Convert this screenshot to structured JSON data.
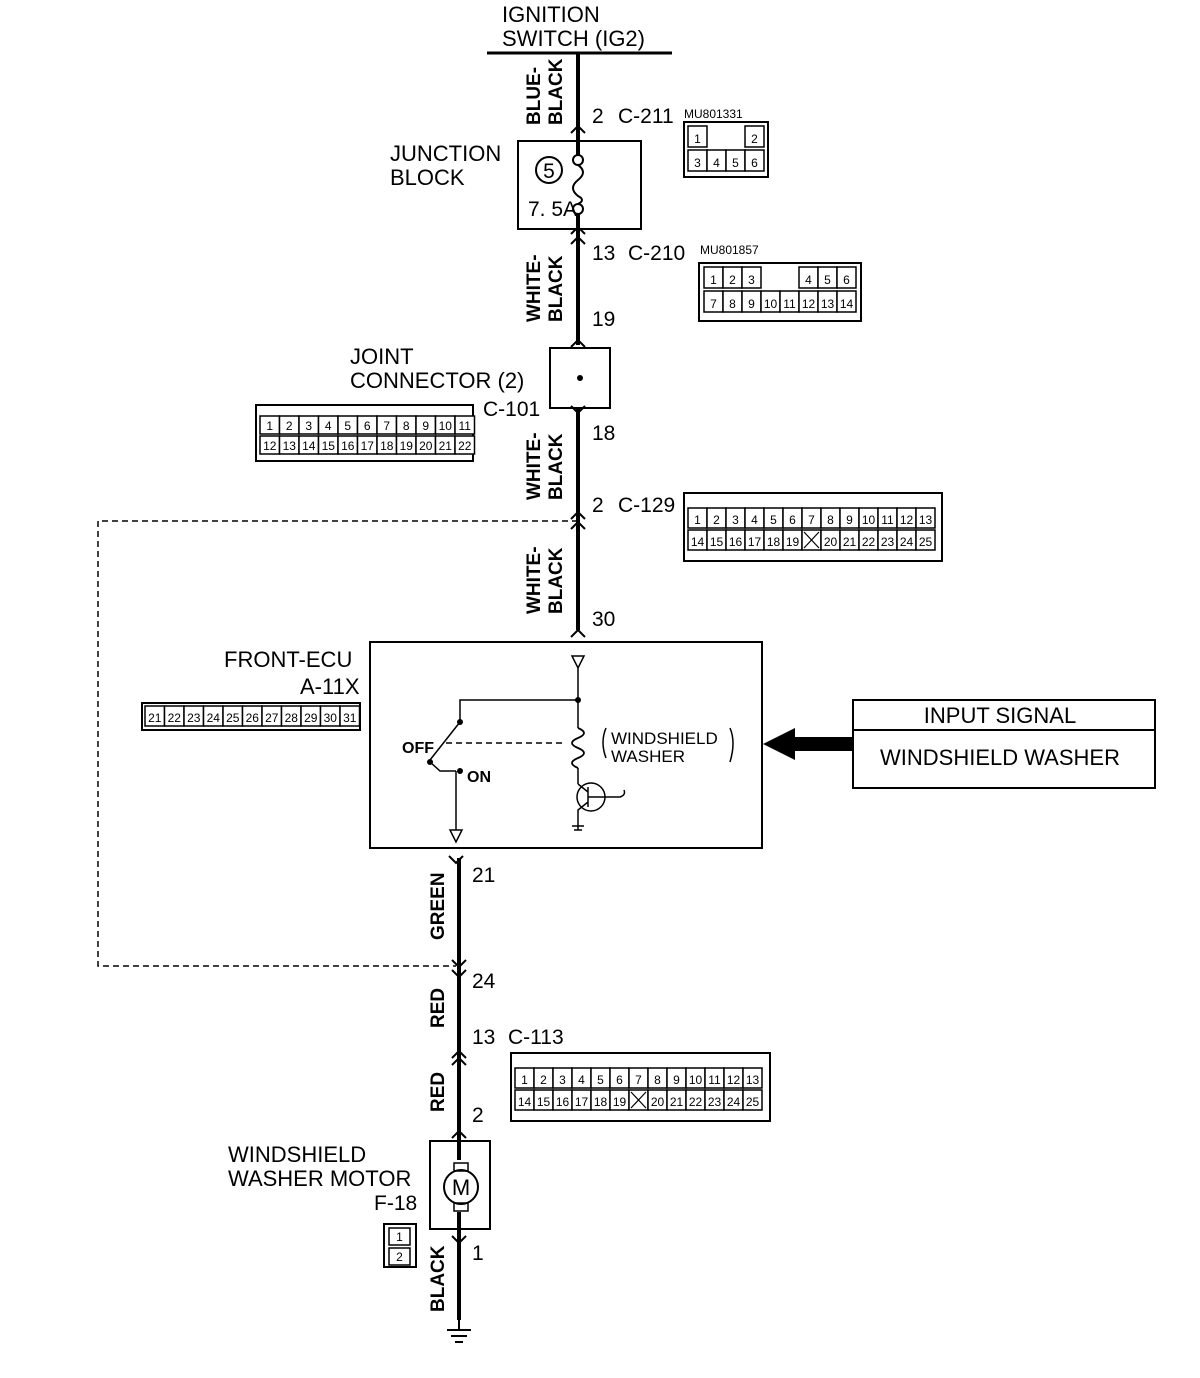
{
  "ignition": {
    "line1": "IGNITION",
    "line2": "SWITCH (IG2)"
  },
  "wires": {
    "w1": {
      "l1": "BLUE-",
      "l2": "BLACK"
    },
    "w2": {
      "l1": "WHITE-",
      "l2": "BLACK"
    },
    "w3": {
      "l1": "WHITE-",
      "l2": "BLACK"
    },
    "w4": {
      "l1": "WHITE-",
      "l2": "BLACK"
    },
    "w5": {
      "l1": "GREEN"
    },
    "w6": {
      "l1": "RED"
    },
    "w7": {
      "l1": "RED"
    },
    "w8": {
      "l1": "BLACK"
    }
  },
  "pins": {
    "p2_c211": "2",
    "c211": "C-211",
    "p13_c210": "13",
    "c210": "C-210",
    "p19": "19",
    "p18": "18",
    "p2_c129": "2",
    "c129": "C-129",
    "p30": "30",
    "p21": "21",
    "p24": "24",
    "p13_c113": "13",
    "c113": "C-113",
    "p2": "2",
    "p1": "1"
  },
  "junction_block": {
    "line1": "JUNCTION",
    "line2": "BLOCK",
    "fuse_no": "5",
    "fuse_rating": "7. 5A"
  },
  "joint_connector": {
    "line1": "JOINT",
    "line2": "CONNECTOR (2)",
    "id": "C-101"
  },
  "front_ecu": {
    "line1": "FRONT-ECU",
    "line2": "A-11X",
    "off": "OFF",
    "on": "ON",
    "relay_l1": "WINDSHIELD",
    "relay_l2": "WASHER"
  },
  "input_signal": {
    "header": "INPUT SIGNAL",
    "value": "WINDSHIELD WASHER"
  },
  "motor": {
    "line1": "WINDSHIELD",
    "line2": "WASHER MOTOR",
    "id": "F-18",
    "symbol": "M"
  },
  "connectors": {
    "c211": {
      "part": "MU801331",
      "row1": [
        "1",
        "2"
      ],
      "row2": [
        "3",
        "4",
        "5",
        "6"
      ]
    },
    "c210": {
      "part": "MU801857",
      "row1": [
        "1",
        "2",
        "3",
        "4",
        "5",
        "6"
      ],
      "row2": [
        "7",
        "8",
        "9",
        "10",
        "11",
        "12",
        "13",
        "14"
      ]
    },
    "c101": {
      "row1": [
        "1",
        "2",
        "3",
        "4",
        "5",
        "6",
        "7",
        "8",
        "9",
        "10",
        "11"
      ],
      "row2": [
        "12",
        "13",
        "14",
        "15",
        "16",
        "17",
        "18",
        "19",
        "20",
        "21",
        "22"
      ]
    },
    "c129": {
      "row1": [
        "1",
        "2",
        "3",
        "4",
        "5",
        "6",
        "7",
        "8",
        "9",
        "10",
        "11",
        "12",
        "13"
      ],
      "row2": [
        "14",
        "15",
        "16",
        "17",
        "18",
        "19",
        "",
        "20",
        "21",
        "22",
        "23",
        "24",
        "25"
      ]
    },
    "a11x": {
      "row1": [
        "21",
        "22",
        "23",
        "24",
        "25",
        "26",
        "27",
        "28",
        "29",
        "30",
        "31"
      ]
    },
    "c113": {
      "row1": [
        "1",
        "2",
        "3",
        "4",
        "5",
        "6",
        "7",
        "8",
        "9",
        "10",
        "11",
        "12",
        "13"
      ],
      "row2": [
        "14",
        "15",
        "16",
        "17",
        "18",
        "19",
        "",
        "20",
        "21",
        "22",
        "23",
        "24",
        "25"
      ]
    },
    "f18": {
      "row1": [
        "1"
      ],
      "row2": [
        "2"
      ]
    }
  }
}
